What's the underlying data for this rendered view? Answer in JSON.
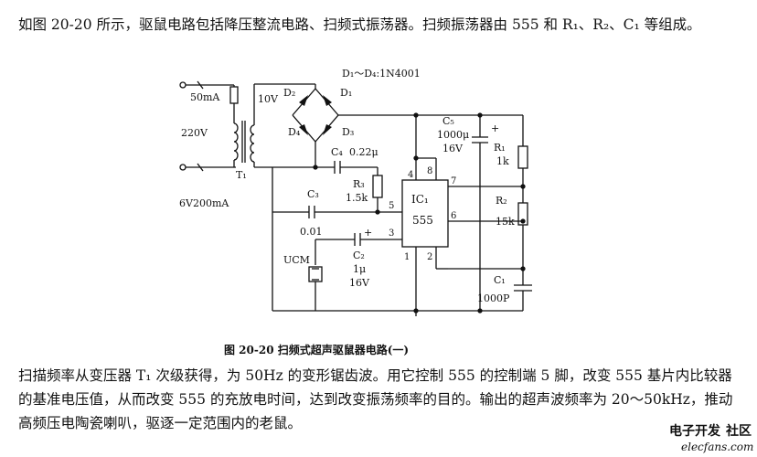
{
  "intro_text": "如图 20-20 所示，驱鼠电路包括降压整流电路、扫频式振荡器。扫频振荡器由 555 和 R₁、R₂、C₁ 等组成。",
  "diode_note": "D₁～D₄:1N4001",
  "labels": {
    "current_50ma": "50mA",
    "v220": "220V",
    "transformer": "T₁",
    "v10": "10V",
    "d1": "D₁",
    "d2": "D₂",
    "d3": "D₃",
    "d4": "D₄",
    "c4": "C₄",
    "c4_val": "0.22μ",
    "c5": "C₅",
    "c5_val": "1000μ",
    "c5_volt": "16V",
    "r1": "R₁",
    "r1_val": "1k",
    "r2": "R₂",
    "r2_val": "15k",
    "r3": "R₃",
    "r3_val": "1.5k",
    "c3": "C₃",
    "c3_val": "0.01",
    "c2": "C₂",
    "c2_val": "1μ",
    "c2_volt": "16V",
    "c1": "C₁",
    "c1_val": "1000P",
    "ucm": "UCM",
    "ic_name": "IC₁",
    "ic_type": "555",
    "transformer_rating": "6V200mA",
    "plus": "+"
  },
  "pins": {
    "p4": "4",
    "p8": "8",
    "p7": "7",
    "p5": "5",
    "p3": "3",
    "p6": "6",
    "p1": "1",
    "p2": "2"
  },
  "caption": "图 20-20   扫频式超声驱鼠器电路(一)",
  "body_text": "扫描频率从变压器 T₁ 次级获得，为 50Hz 的变形锯齿波。用它控制 555 的控制端 5 脚，改变 555 基片内比较器的基准电压值，从而改变 555 的充放电时间，达到改变振荡频率的目的。输出的超声波频率为 20～50kHz，推动高频压电陶瓷喇叭，驱逐一定范围内的老鼠。",
  "watermark": {
    "part1": "电子开发",
    "part2": "社区",
    "url": "elecfans.com"
  }
}
